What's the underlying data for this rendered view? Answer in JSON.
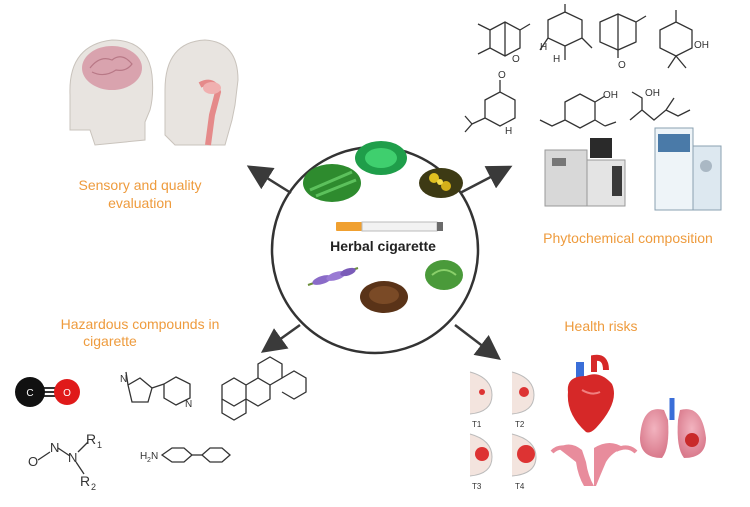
{
  "center": {
    "label": "Herbal cigarette"
  },
  "sections": {
    "sensory": {
      "line1": "Sensory and quality",
      "line2": "evaluation"
    },
    "phytochemical": {
      "label": "Phytochemical composition"
    },
    "hazardous": {
      "line1": "Hazardous compounds in",
      "line2": "cigarette"
    },
    "health": {
      "label": "Health risks"
    }
  },
  "chem_labels": {
    "oh": "OH",
    "h": "H",
    "o": "O",
    "co_c": "C",
    "co_o": "O",
    "n": "N",
    "nitroso_o": "O",
    "nitroso_n1": "N",
    "nitroso_n2": "N",
    "r1": "R",
    "r1_sub": "1",
    "r2": "R",
    "r2_sub": "2",
    "h2n": "H",
    "h2n_sub": "2",
    "h2n_n": "N"
  },
  "stage_labels": {
    "t1": "T1",
    "t2": "T2",
    "t3": "T3",
    "t4": "T4"
  },
  "colors": {
    "accent_orange": "#ee9b3d",
    "arrow": "#3a3a3a",
    "circle": "#333333"
  }
}
